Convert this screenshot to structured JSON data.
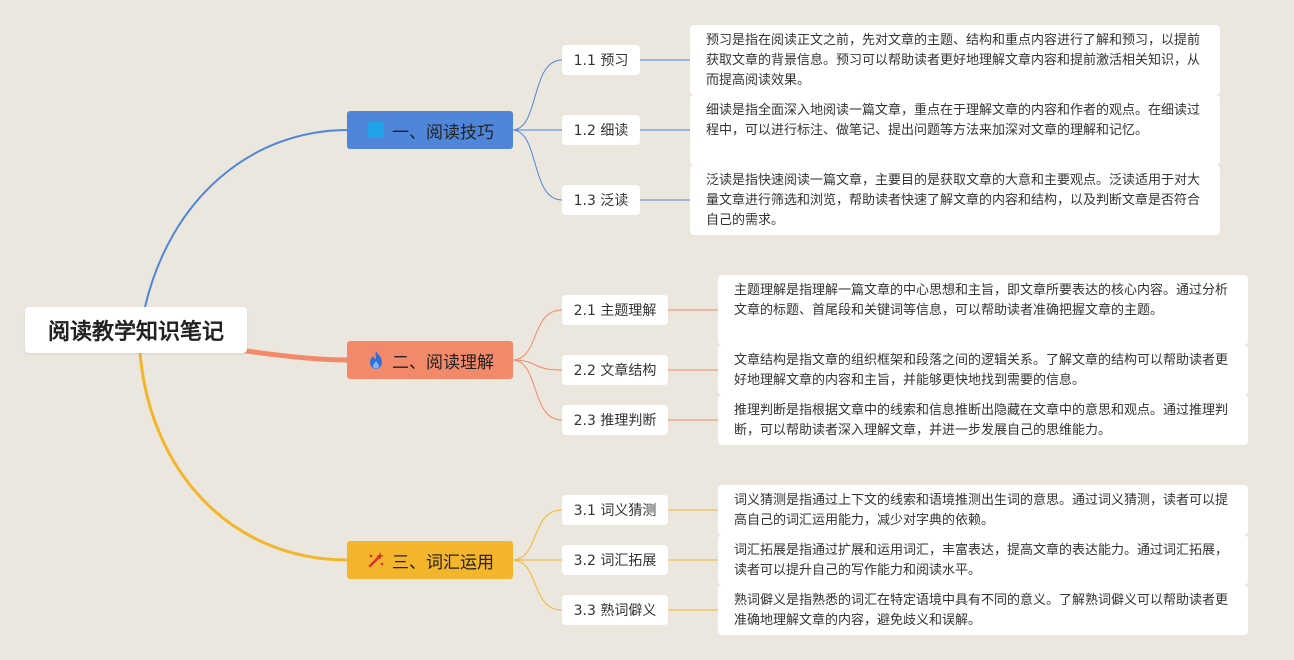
{
  "root": {
    "title": "阅读教学知识笔记"
  },
  "colors": {
    "blue": "#4f86d9",
    "orange": "#f2896a",
    "yellow": "#f3b52b"
  },
  "branches": [
    {
      "label": "一、阅读技巧",
      "icon": "blue-square-icon",
      "children": [
        {
          "label": "1.1 预习",
          "note": "预习是指在阅读正文之前，先对文章的主题、结构和重点内容进行了解和预习，以提前获取文章的背景信息。预习可以帮助读者更好地理解文章内容和提前激活相关知识，从而提高阅读效果。"
        },
        {
          "label": "1.2 细读",
          "note": "细读是指全面深入地阅读一篇文章，重点在于理解文章的内容和作者的观点。在细读过程中，可以进行标注、做笔记、提出问题等方法来加深对文章的理解和记忆。"
        },
        {
          "label": "1.3 泛读",
          "note": "泛读是指快速阅读一篇文章，主要目的是获取文章的大意和主要观点。泛读适用于对大量文章进行筛选和浏览，帮助读者快速了解文章的内容和结构，以及判断文章是否符合自己的需求。"
        }
      ]
    },
    {
      "label": "二、阅读理解",
      "icon": "flame-icon",
      "children": [
        {
          "label": "2.1 主题理解",
          "note": "主题理解是指理解一篇文章的中心思想和主旨，即文章所要表达的核心内容。通过分析文章的标题、首尾段和关键词等信息，可以帮助读者准确把握文章的主题。"
        },
        {
          "label": "2.2 文章结构",
          "note": "文章结构是指文章的组织框架和段落之间的逻辑关系。了解文章的结构可以帮助读者更好地理解文章的内容和主旨，并能够更快地找到需要的信息。"
        },
        {
          "label": "2.3 推理判断",
          "note": "推理判断是指根据文章中的线索和信息推断出隐藏在文章中的意思和观点。通过推理判断，可以帮助读者深入理解文章，并进一步发展自己的思维能力。"
        }
      ]
    },
    {
      "label": "三、词汇运用",
      "icon": "sparkle-wand-icon",
      "children": [
        {
          "label": "3.1 词义猜测",
          "note": "词义猜测是指通过上下文的线索和语境推测出生词的意思。通过词义猜测，读者可以提高自己的词汇运用能力，减少对字典的依赖。"
        },
        {
          "label": "3.2 词汇拓展",
          "note": "词汇拓展是指通过扩展和运用词汇，丰富表达，提高文章的表达能力。通过词汇拓展，读者可以提升自己的写作能力和阅读水平。"
        },
        {
          "label": "3.3 熟词僻义",
          "note": "熟词僻义是指熟悉的词汇在特定语境中具有不同的意义。了解熟词僻义可以帮助读者更准确地理解文章的内容，避免歧义和误解。"
        }
      ]
    }
  ]
}
